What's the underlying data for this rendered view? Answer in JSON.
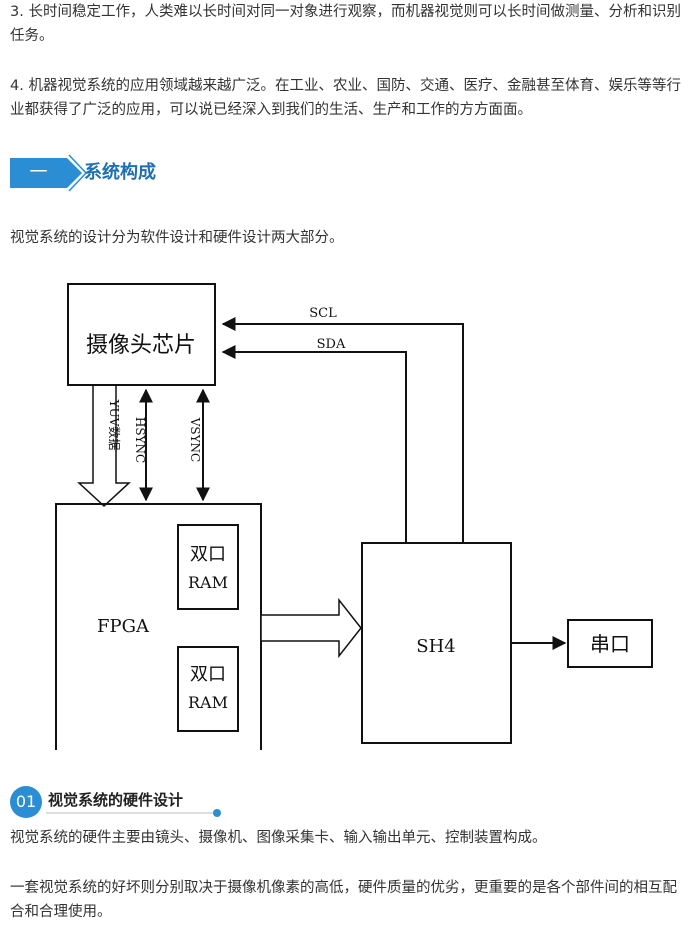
{
  "paragraphs": {
    "p3": "3. 长时间稳定工作，人类难以长时间对同一对象进行观察，而机器视觉则可以长时间做测量、分析和识别任务。",
    "p4": "4. 机器视觉系统的应用领域越来越广泛。在工业、农业、国防、交通、医疗、金融甚至体育、娱乐等等行业都获得了广泛的应用，可以说已经深入到我们的生活、生产和工作的方方面面。",
    "intro": "视觉系统的设计分为软件设计和硬件设计两大部分。",
    "hw1": "视觉系统的硬件主要由镜头、摄像机、图像采集卡、输入输出单元、控制装置构成。",
    "hw2": "一套视觉系统的好坏则分别取决于摄像机像素的高低，硬件质量的优劣，更重要的是各个部件间的相互配合和合理使用。"
  },
  "section": {
    "number": "一",
    "title": "系统构成"
  },
  "subsection": {
    "number": "01",
    "title": "视觉系统的硬件设计"
  },
  "diagram": {
    "camera_chip": "摄像头芯片",
    "scl": "SCL",
    "sda": "SDA",
    "yuv": "YUV数据",
    "hsync": "HSYNC",
    "vsync": "VSYNC",
    "fpga": "FPGA",
    "ram_top_1": "双口",
    "ram_top_2": "RAM",
    "ram_bottom_1": "双口",
    "ram_bottom_2": "RAM",
    "sh4": "SH4",
    "serial": "串口"
  }
}
